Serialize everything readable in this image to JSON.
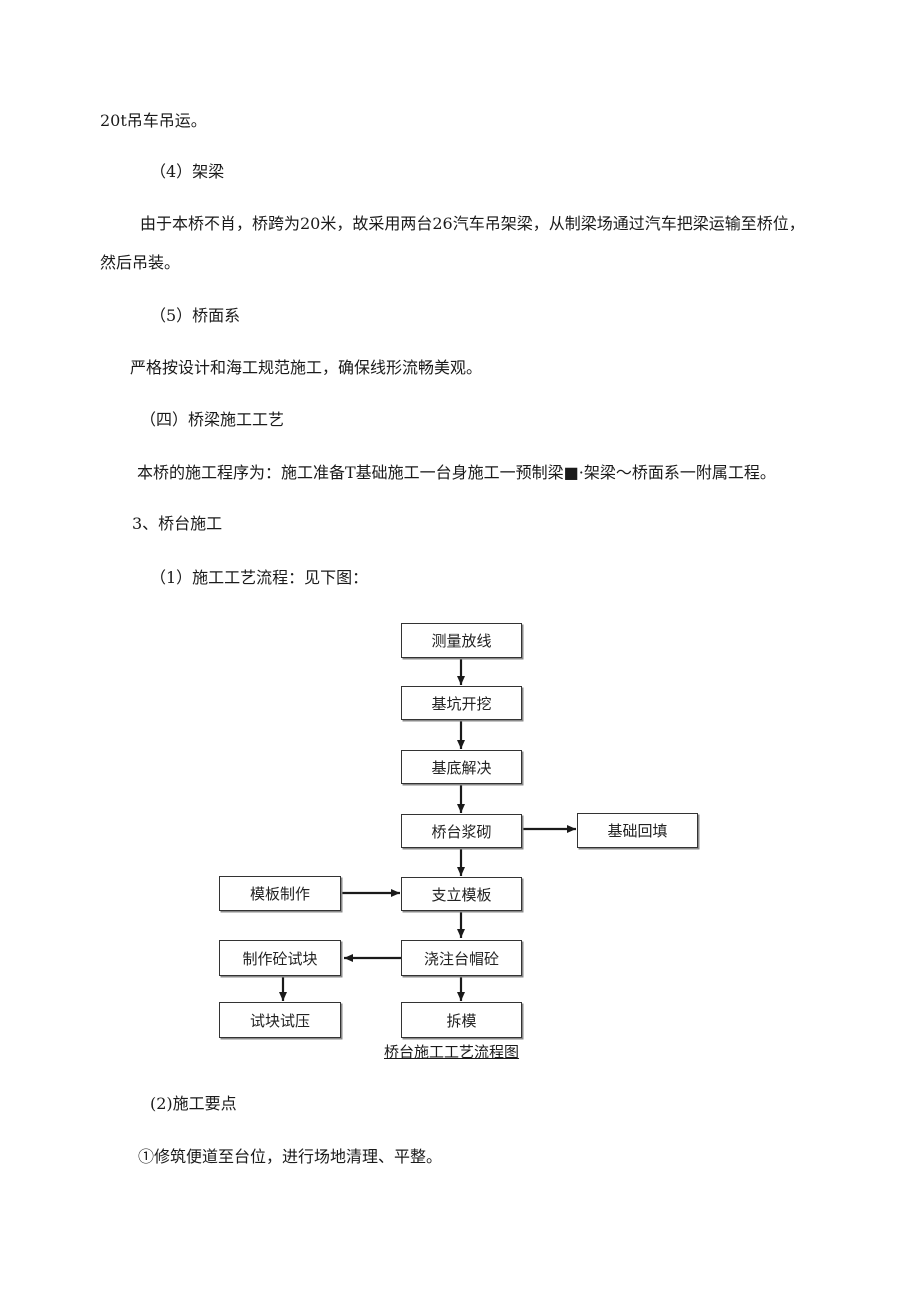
{
  "paragraphs": {
    "p1": "20t吊车吊运。",
    "p2": "（4）架梁",
    "p3a": "由于本桥不肖，桥跨为20米，故采用两台26汽车吊架梁，从制梁场通过汽车把梁运输至桥位，",
    "p3b": "然后吊装。",
    "p4": "（5）桥面系",
    "p5": "严格按设计和海工规范施工，确保线形流畅美观。",
    "p6": "（四）桥梁施工工艺",
    "p7": "本桥的施工程序为：施工准备T基础施工一台身施工一预制梁■·架梁～桥面系一附属工程。",
    "p8": "3、桥台施工",
    "p9": "（1）施工工艺流程：见下图：",
    "p10": "(2)施工要点",
    "p11": "①修筑便道至台位，进行场地清理、平整。"
  },
  "flowchart": {
    "boxes": {
      "measure": "测量放线",
      "excavate": "基坑开挖",
      "base": "基底解决",
      "masonry": "桥台浆砌",
      "backfill": "基础回填",
      "formwork_make": "模板制作",
      "formwork_erect": "支立模板",
      "pour": "浇注台帽砼",
      "specimen_make": "制作砼试块",
      "specimen_test": "试块试压",
      "remove": "拆模"
    },
    "caption": "桥台施工工艺流程图"
  }
}
